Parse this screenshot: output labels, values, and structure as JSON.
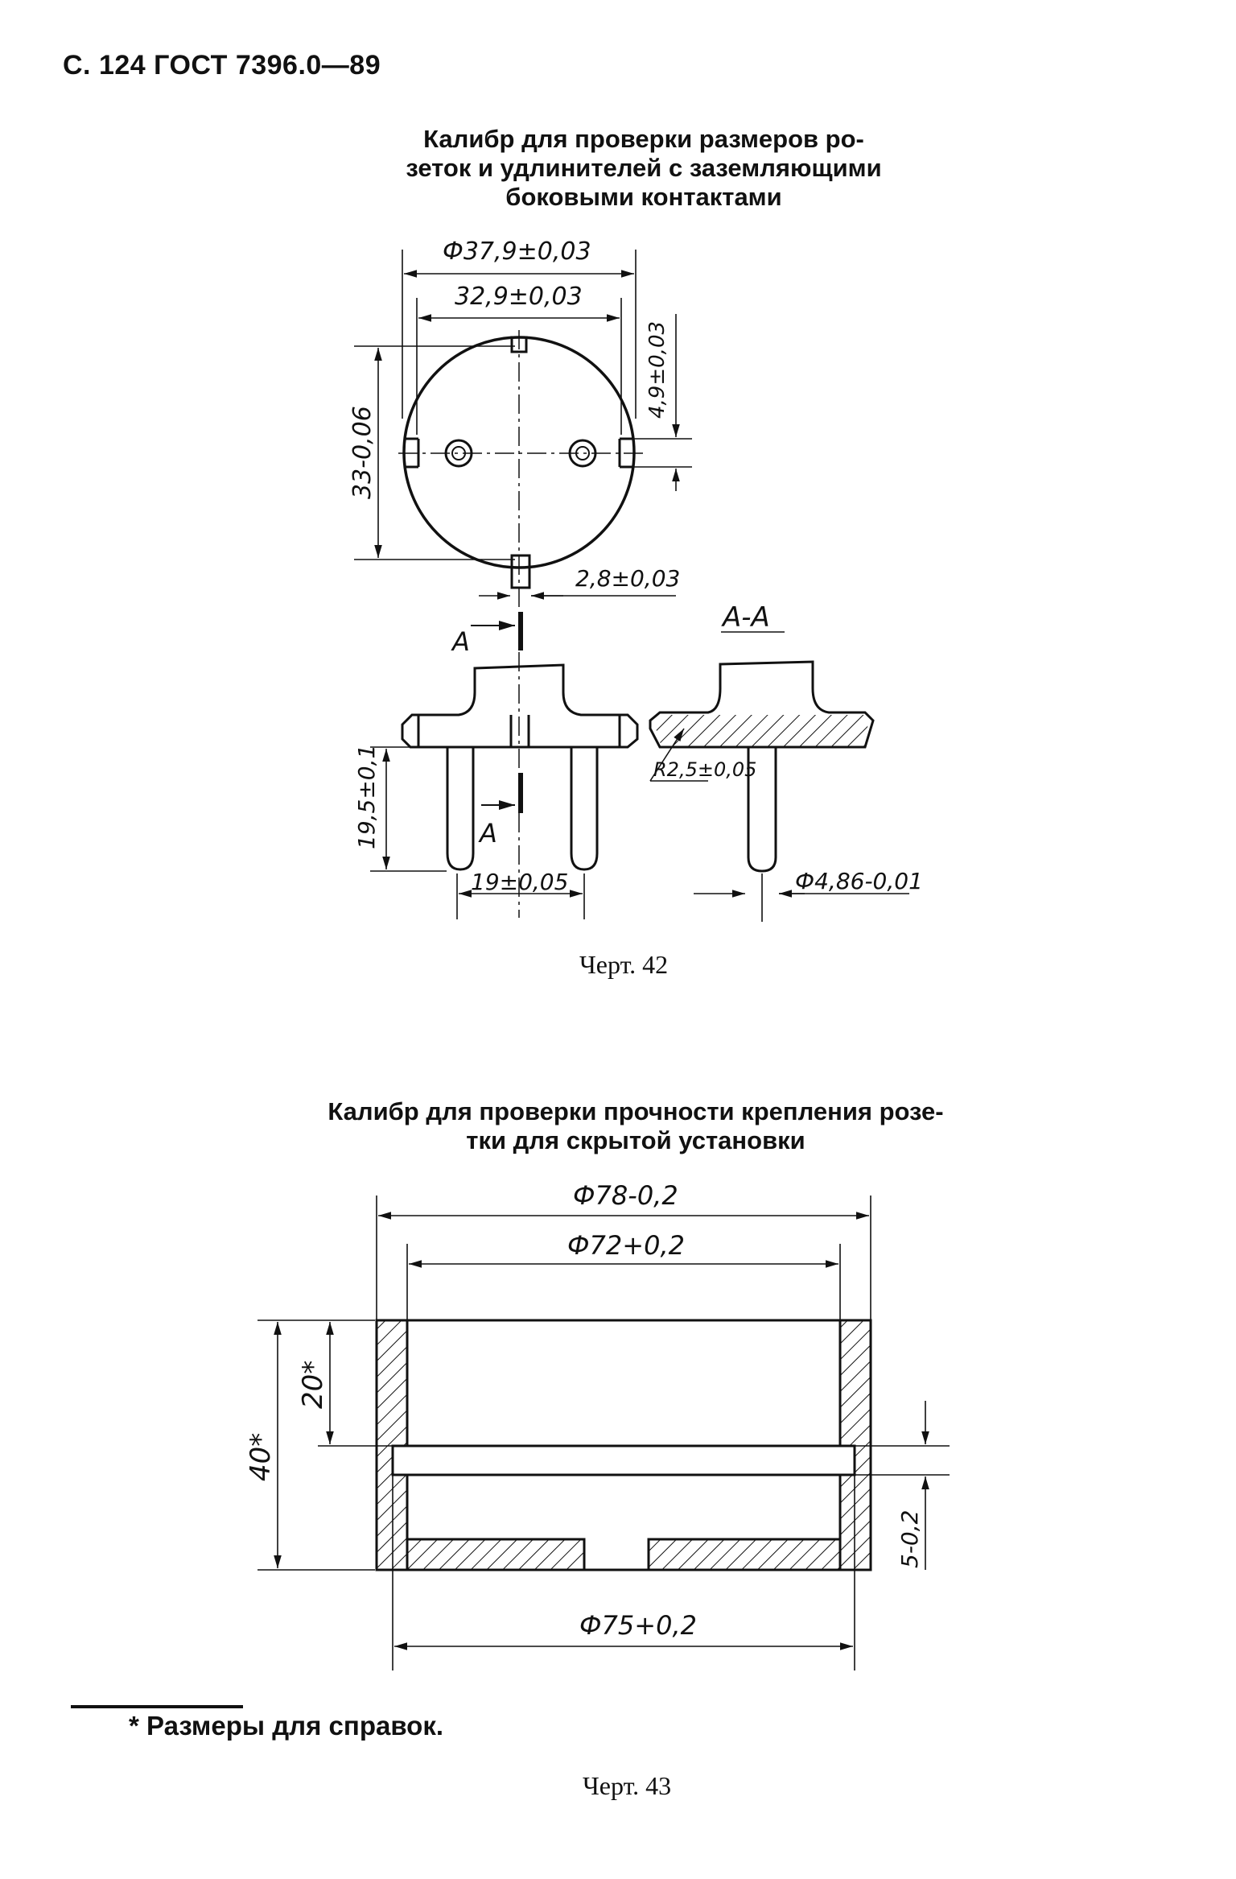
{
  "page": {
    "header": "С. 124 ГОСТ 7396.0—89",
    "footnote_mark": "*",
    "footnote_text": "Размеры для справок."
  },
  "figure42": {
    "title": "Калибр для  проверки размеров розеток и удлинителей с заземляющими боковыми контактами",
    "title_lines": [
      "Калибр для  проверки размеров ро-",
      "зеток и удлинителей с заземляющими",
      "боковыми контактами"
    ],
    "caption": "Черт. 42",
    "dims": {
      "outer_diameter": "Ф37,9±0,03",
      "inner_width": "32,9±0,03",
      "height": "33-0,06",
      "offset": "4,9±0,03",
      "slot": "2,8±0,03",
      "section_mark": "А",
      "section_label": "А-А",
      "radius": "R2,5±0,05",
      "pin_length": "19,5±0,1",
      "pin_spacing": "19±0,05",
      "pin_diameter": "Ф4,86-0,01"
    }
  },
  "figure43": {
    "title_lines": [
      "Калибр для проверки прочности крепления розе-",
      "тки для скрытой установки"
    ],
    "caption": "Черт. 43",
    "dims": {
      "d78": "Ф78-0,2",
      "d72": "Ф72+0,2",
      "h40": "40*",
      "h20": "20*",
      "d75": "Ф75+0,2",
      "h5": "5-0,2"
    }
  }
}
